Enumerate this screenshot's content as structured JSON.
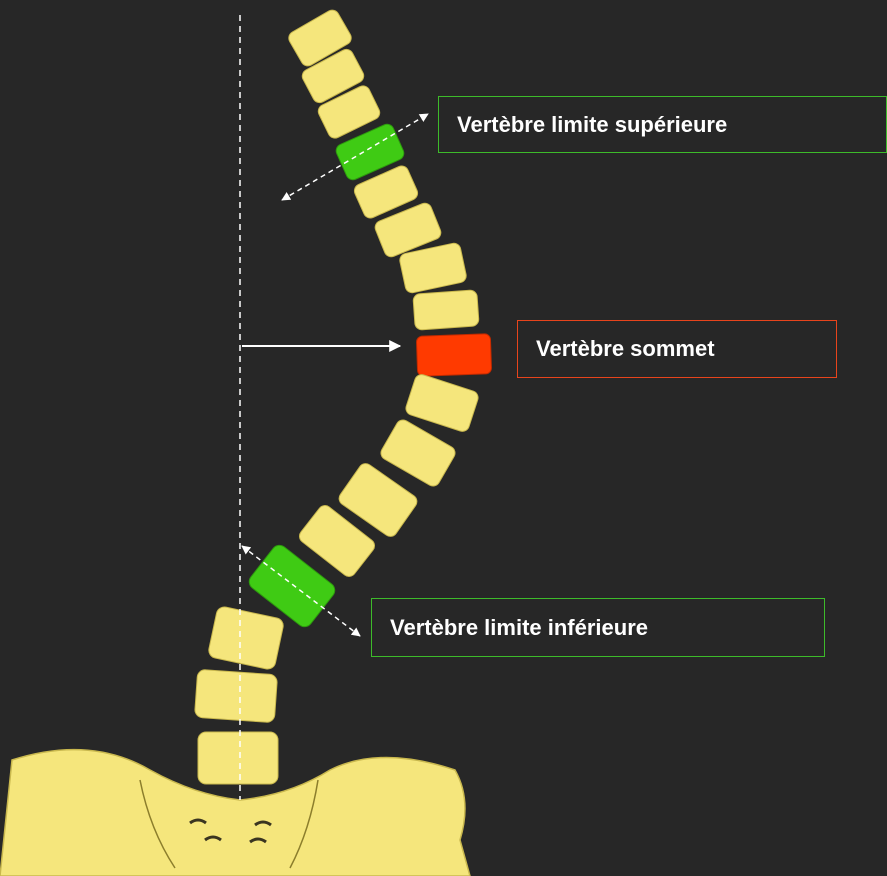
{
  "labels": {
    "upper_end_vertebra": "Vertèbre limite supérieure",
    "apex_vertebra": "Vertèbre sommet",
    "lower_end_vertebra": "Vertèbre limite inférieure"
  },
  "colors": {
    "background": "#272727",
    "normal_vertebra": "#f5e67c",
    "end_vertebra": "#3fcb14",
    "apex_vertebra": "#ff3a00",
    "end_box_border": "#3dbb2a",
    "apex_box_border": "#e8441c",
    "arrows": "#ffffff"
  }
}
